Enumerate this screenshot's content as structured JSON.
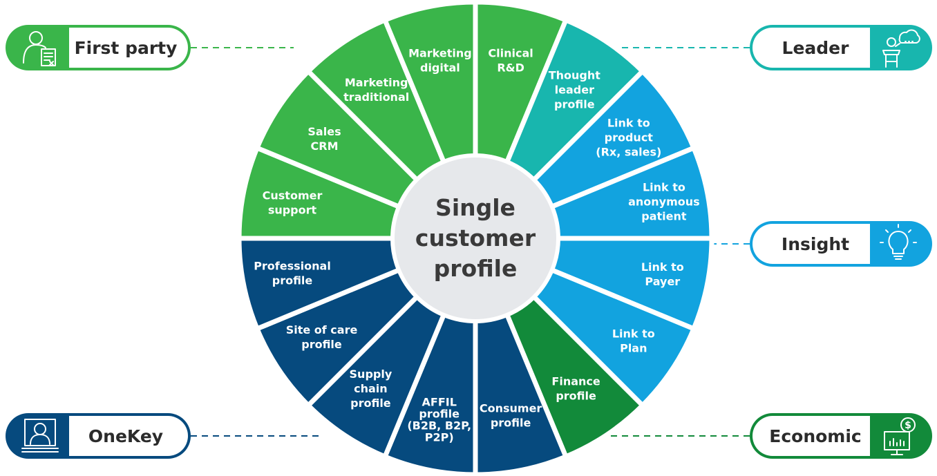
{
  "center": {
    "lines": [
      "Single",
      "customer",
      "profile"
    ]
  },
  "colors": {
    "green": "#3AB54A",
    "teal": "#18B6AE",
    "blue": "#12A3DF",
    "dark_green": "#128A3A",
    "navy": "#064A7E",
    "center": "#E6E8EB"
  },
  "segments": [
    {
      "lines": [
        "Clinical",
        "R&D"
      ],
      "color": "#3AB54A"
    },
    {
      "lines": [
        "Thought",
        "leader",
        "profile"
      ],
      "color": "#18B6AE"
    },
    {
      "lines": [
        "Link to",
        "product",
        "(Rx, sales)"
      ],
      "color": "#12A3DF"
    },
    {
      "lines": [
        "Link to",
        "anonymous",
        "patient"
      ],
      "color": "#12A3DF"
    },
    {
      "lines": [
        "Link to",
        "Payer"
      ],
      "color": "#12A3DF"
    },
    {
      "lines": [
        "Link to",
        "Plan"
      ],
      "color": "#12A3DF"
    },
    {
      "lines": [
        "Finance",
        "profile"
      ],
      "color": "#128A3A"
    },
    {
      "lines": [
        "Consumer",
        "profile"
      ],
      "color": "#064A7E"
    },
    {
      "lines": [
        "AFFIL",
        "profile",
        "(B2B, B2P,",
        "P2P)"
      ],
      "color": "#064A7E"
    },
    {
      "lines": [
        "Supply",
        "chain",
        "profile"
      ],
      "color": "#064A7E"
    },
    {
      "lines": [
        "Site of care",
        "profile"
      ],
      "color": "#064A7E"
    },
    {
      "lines": [
        "Professional",
        "profile"
      ],
      "color": "#064A7E"
    },
    {
      "lines": [
        "Customer",
        "support"
      ],
      "color": "#3AB54A"
    },
    {
      "lines": [
        "Sales",
        "CRM"
      ],
      "color": "#3AB54A"
    },
    {
      "lines": [
        "Marketing",
        "traditional"
      ],
      "color": "#3AB54A"
    },
    {
      "lines": [
        "Marketing",
        "digital"
      ],
      "color": "#3AB54A"
    }
  ],
  "callouts": [
    {
      "label": "First party",
      "icon": "person-document-icon",
      "color": "#3AB54A"
    },
    {
      "label": "Leader",
      "icon": "speaker-podium-icon",
      "color": "#18B6AE"
    },
    {
      "label": "Insight",
      "icon": "lightbulb-icon",
      "color": "#12A3DF"
    },
    {
      "label": "OneKey",
      "icon": "profile-card-icon",
      "color": "#064A7E"
    },
    {
      "label": "Economic",
      "icon": "finance-monitor-icon",
      "color": "#128A3A"
    }
  ]
}
